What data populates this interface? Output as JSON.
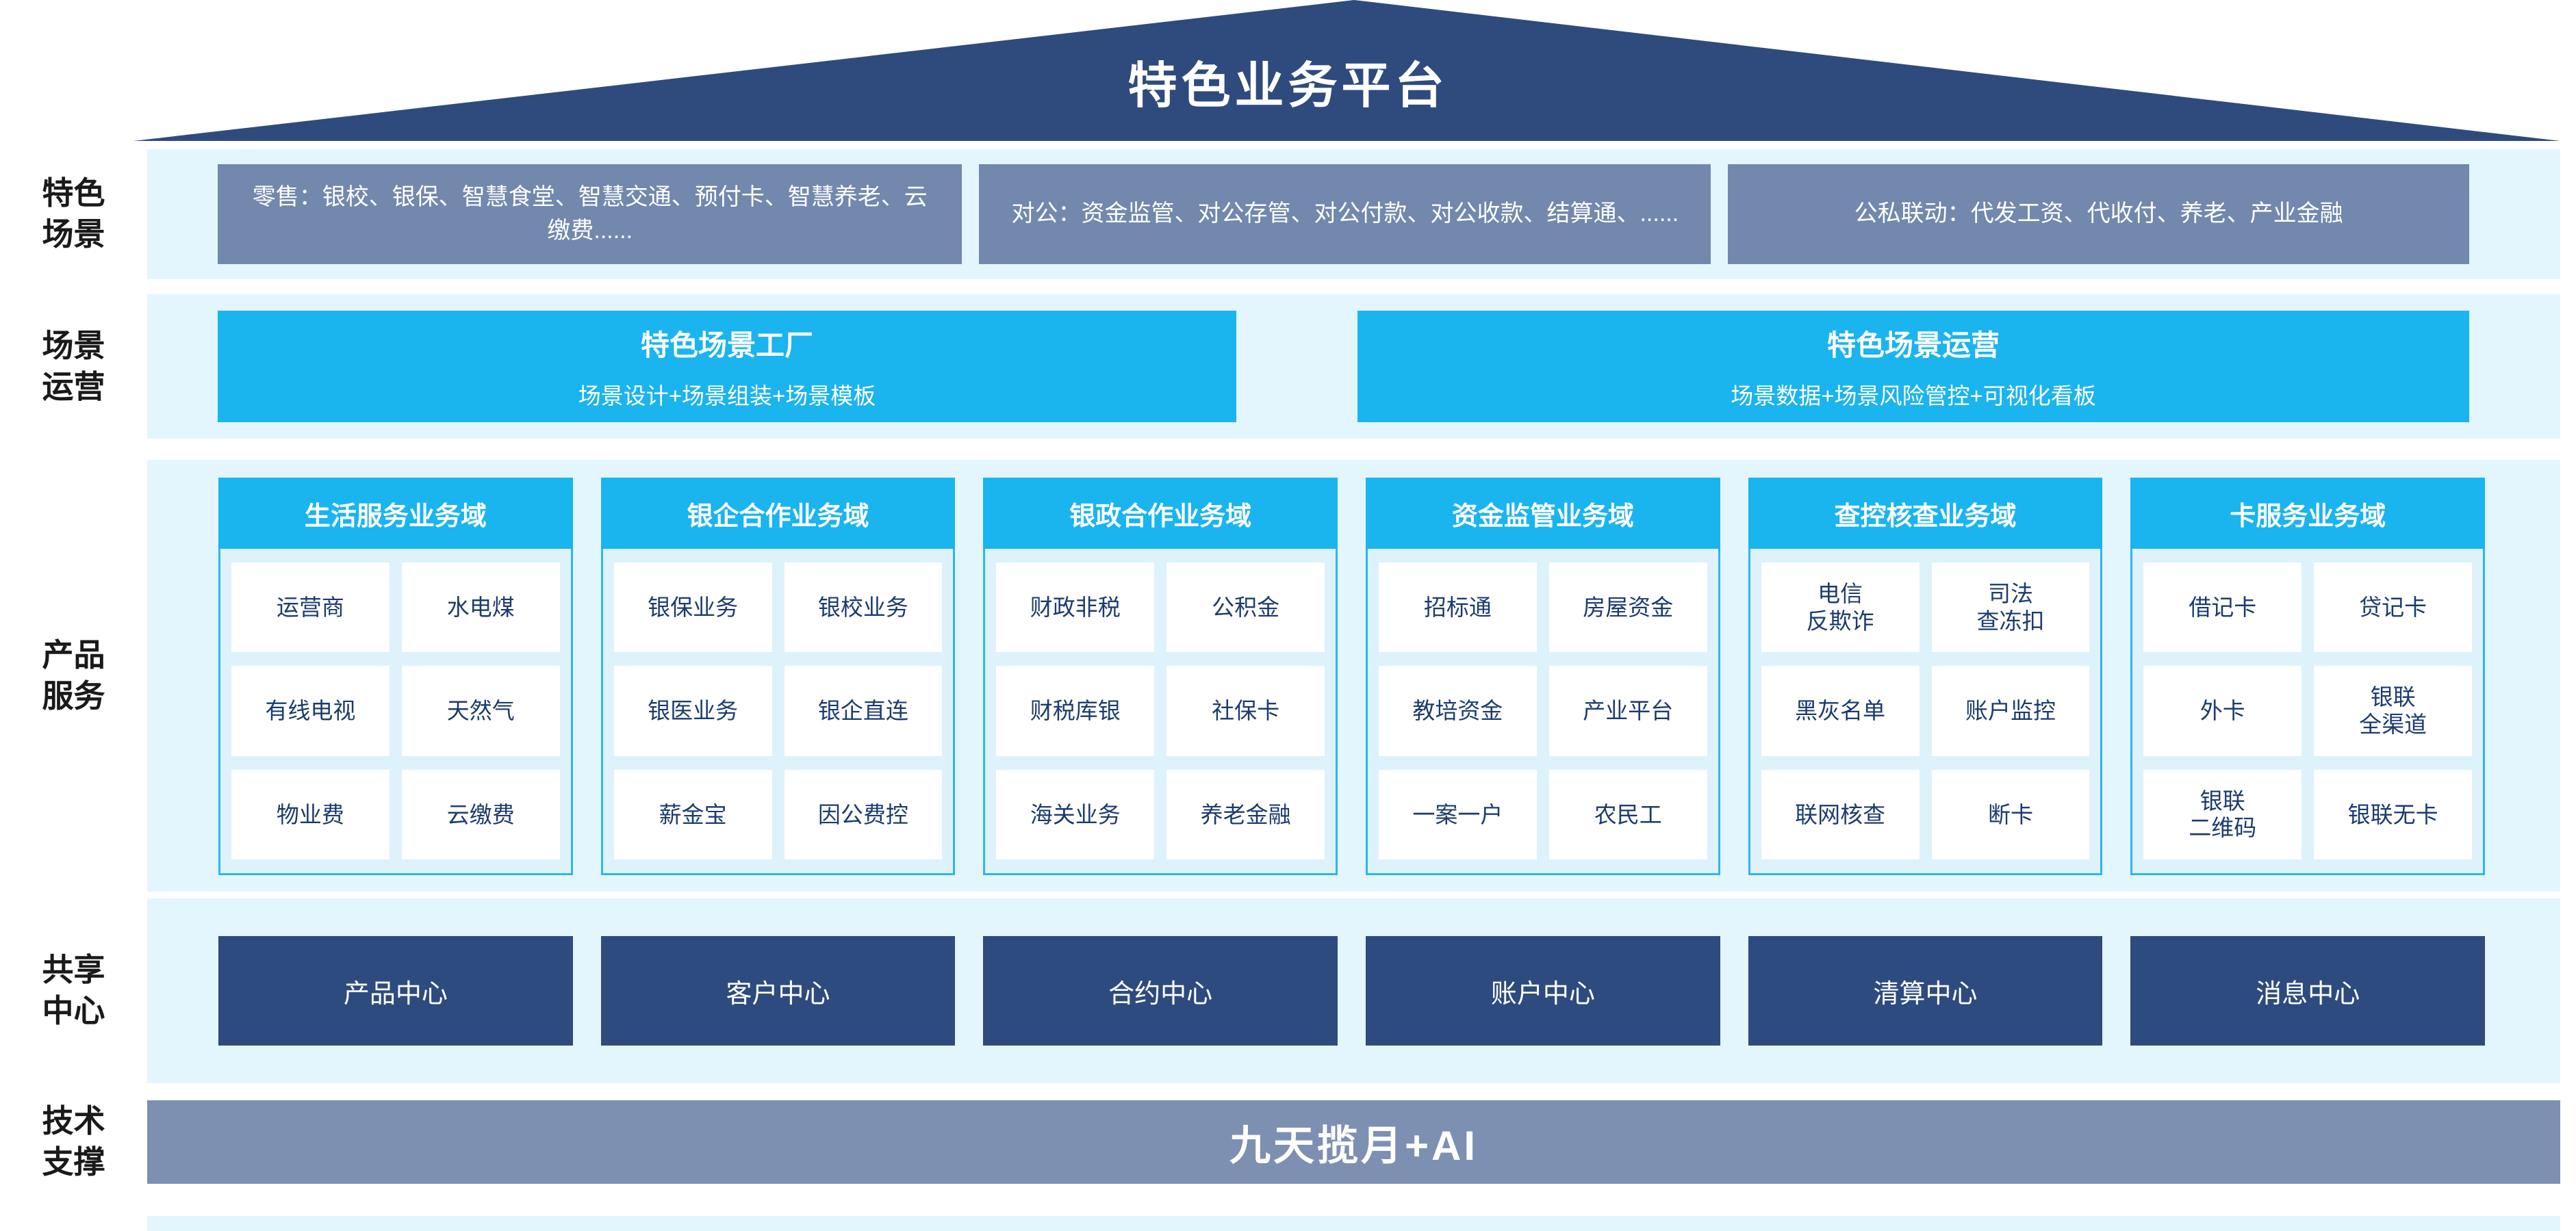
{
  "roof": {
    "title": "特色业务平台"
  },
  "colors": {
    "roof_navy": "#2f4b7d",
    "scene_steel_blue": "#7288ac",
    "cyan": "#1ab4ef",
    "band_light_blue": "#e3f6fd",
    "product_body_bg": "#def2fb",
    "product_border": "#2db6ed",
    "cell_text_navy": "#1c3b6e",
    "center_navy": "#2d4b7e",
    "tech_bar_steel": "#7d90b2",
    "label_text": "#1a1a1a",
    "white": "#ffffff"
  },
  "sections": {
    "scenes": {
      "label": "特色\n场景",
      "boxes": [
        "零售：银校、银保、智慧食堂、智慧交通、预付卡、智慧养老、云缴费......",
        "对公：资金监管、对公存管、对公付款、对公收款、结算通、......",
        "公私联动：代发工资、代收付、养老、产业金融"
      ]
    },
    "operations": {
      "label": "场景\n运营",
      "boxes": [
        {
          "title": "特色场景工厂",
          "subtitle": "场景设计+场景组装+场景模板"
        },
        {
          "title": "特色场景运营",
          "subtitle": "场景数据+场景风险管控+可视化看板"
        }
      ]
    },
    "products": {
      "label": "产品\n服务",
      "columns": [
        {
          "title": "生活服务业务域",
          "cells": [
            "运营商",
            "水电煤",
            "有线电视",
            "天然气",
            "物业费",
            "云缴费"
          ]
        },
        {
          "title": "银企合作业务域",
          "cells": [
            "银保业务",
            "银校业务",
            "银医业务",
            "银企直连",
            "薪金宝",
            "因公费控"
          ]
        },
        {
          "title": "银政合作业务域",
          "cells": [
            "财政非税",
            "公积金",
            "财税库银",
            "社保卡",
            "海关业务",
            "养老金融"
          ]
        },
        {
          "title": "资金监管业务域",
          "cells": [
            "招标通",
            "房屋资金",
            "教培资金",
            "产业平台",
            "一案一户",
            "农民工"
          ]
        },
        {
          "title": "查控核查业务域",
          "cells": [
            "电信\n反欺诈",
            "司法\n查冻扣",
            "黑灰名单",
            "账户监控",
            "联网核查",
            "断卡"
          ]
        },
        {
          "title": "卡服务业务域",
          "cells": [
            "借记卡",
            "贷记卡",
            "外卡",
            "银联\n全渠道",
            "银联\n二维码",
            "银联无卡"
          ]
        }
      ]
    },
    "centers": {
      "label": "共享\n中心",
      "boxes": [
        "产品中心",
        "客户中心",
        "合约中心",
        "账户中心",
        "清算中心",
        "消息中心"
      ]
    },
    "tech": {
      "label": "技术\n支撑",
      "bar": "九天揽月+AI"
    }
  }
}
